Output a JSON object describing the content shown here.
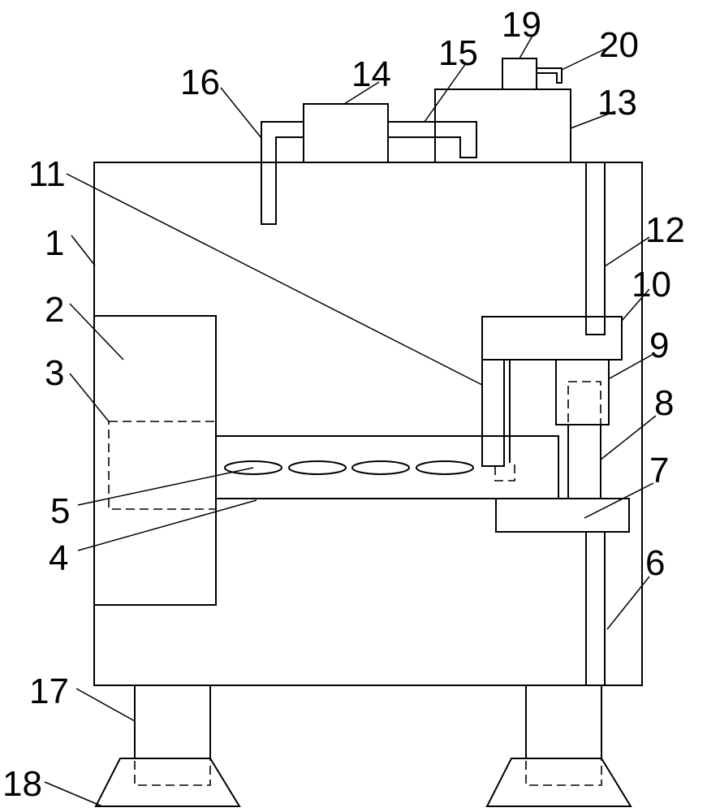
{
  "figure": {
    "callouts": [
      {
        "id": "1",
        "label": "1"
      },
      {
        "id": "2",
        "label": "2"
      },
      {
        "id": "3",
        "label": "3"
      },
      {
        "id": "4",
        "label": "4"
      },
      {
        "id": "5",
        "label": "5"
      },
      {
        "id": "6",
        "label": "6"
      },
      {
        "id": "7",
        "label": "7"
      },
      {
        "id": "8",
        "label": "8"
      },
      {
        "id": "9",
        "label": "9"
      },
      {
        "id": "10",
        "label": "10"
      },
      {
        "id": "11",
        "label": "11"
      },
      {
        "id": "12",
        "label": "12"
      },
      {
        "id": "13",
        "label": "13"
      },
      {
        "id": "14",
        "label": "14"
      },
      {
        "id": "15",
        "label": "15"
      },
      {
        "id": "16",
        "label": "16"
      },
      {
        "id": "17",
        "label": "17"
      },
      {
        "id": "18",
        "label": "18"
      },
      {
        "id": "19",
        "label": "19"
      },
      {
        "id": "20",
        "label": "20"
      }
    ]
  },
  "colors": {
    "stroke": "#000000",
    "background": "#ffffff"
  }
}
